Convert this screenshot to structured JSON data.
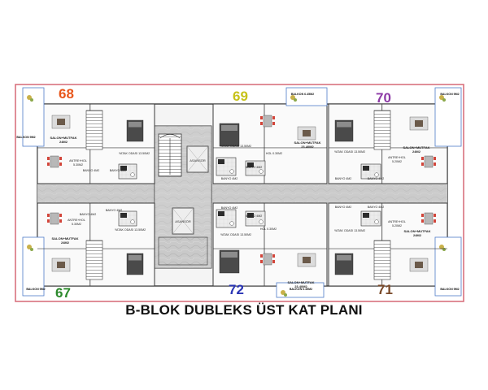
{
  "title": "B-BLOK DUBLEKS ÜST KAT PLANI",
  "elevator_label": "ASANSÖR",
  "colors": {
    "border": "#d9727f",
    "wall": "#3a3a3a",
    "corridor": "#cfcfcf",
    "balcony_edge": "#4f7cc8",
    "unit_68": "#e8561b",
    "unit_69": "#c7c21a",
    "unit_70": "#8d3aa6",
    "unit_67": "#2d8a2d",
    "unit_72": "#2b36b5",
    "unit_71": "#7a4a2a"
  },
  "units": [
    {
      "id": "68",
      "color_key": "unit_68",
      "balkon": "BALKON 9M2",
      "salon": "SALON+MUTFAK",
      "salon_area": "24M2",
      "antre": "ANTRE+HOL",
      "antre_area": "5.30M2",
      "yatak": "YATAK ODASI 13.50M2",
      "banyo": "BANYO 4M2",
      "banyo2": "BANYO 4M2"
    },
    {
      "id": "69",
      "color_key": "unit_69",
      "balkon": "BALKON 6.45M2",
      "salon": "SALON+MUTFAK",
      "salon_area": "23.40M2",
      "antre": "HOL 0.30M2",
      "antre_area": "",
      "yatak": "YATAK ODASI 13.50M2",
      "banyo": "BANYO 4M2",
      "banyo2": "BANYO 4M2"
    },
    {
      "id": "70",
      "color_key": "unit_70",
      "balkon": "BALKON 9M2",
      "salon": "SALON+MUTFAK",
      "salon_area": "24M2",
      "antre": "ANTRE+HOL",
      "antre_area": "5.20M2",
      "yatak": "YATAK ODASI 13.50M2",
      "banyo": "BANYO 4M2",
      "banyo2": "BANYO 4M2"
    },
    {
      "id": "67",
      "color_key": "unit_67",
      "balkon": "BALKON 9M2",
      "salon": "SALON+MUTFAK",
      "salon_area": "24M2",
      "antre": "ANTRE+HOL",
      "antre_area": "5.30M2",
      "yatak": "YATAK ODASI 13.50M2",
      "banyo": "BANYO 4M2",
      "banyo2": "BANYO 4M2"
    },
    {
      "id": "72",
      "color_key": "unit_72",
      "balkon": "BALKON 6.45M2",
      "salon": "SALON+MUTFAK",
      "salon_area": "23.40M2",
      "antre": "HOL 0.30M2",
      "antre_area": "",
      "yatak": "YATAK ODASI 13.50M2",
      "banyo": "BANYO 4M2",
      "banyo2": "BANYO 4M2"
    },
    {
      "id": "71",
      "color_key": "unit_71",
      "balkon": "BALKON 9M2",
      "salon": "SALON+MUTFAK",
      "salon_area": "24M2",
      "antre": "ANTRE+HOL",
      "antre_area": "5.20M2",
      "yatak": "YATAK ODASI 13.50M2",
      "banyo": "BANYO 4M2",
      "banyo2": "BANYO 4M2"
    }
  ]
}
